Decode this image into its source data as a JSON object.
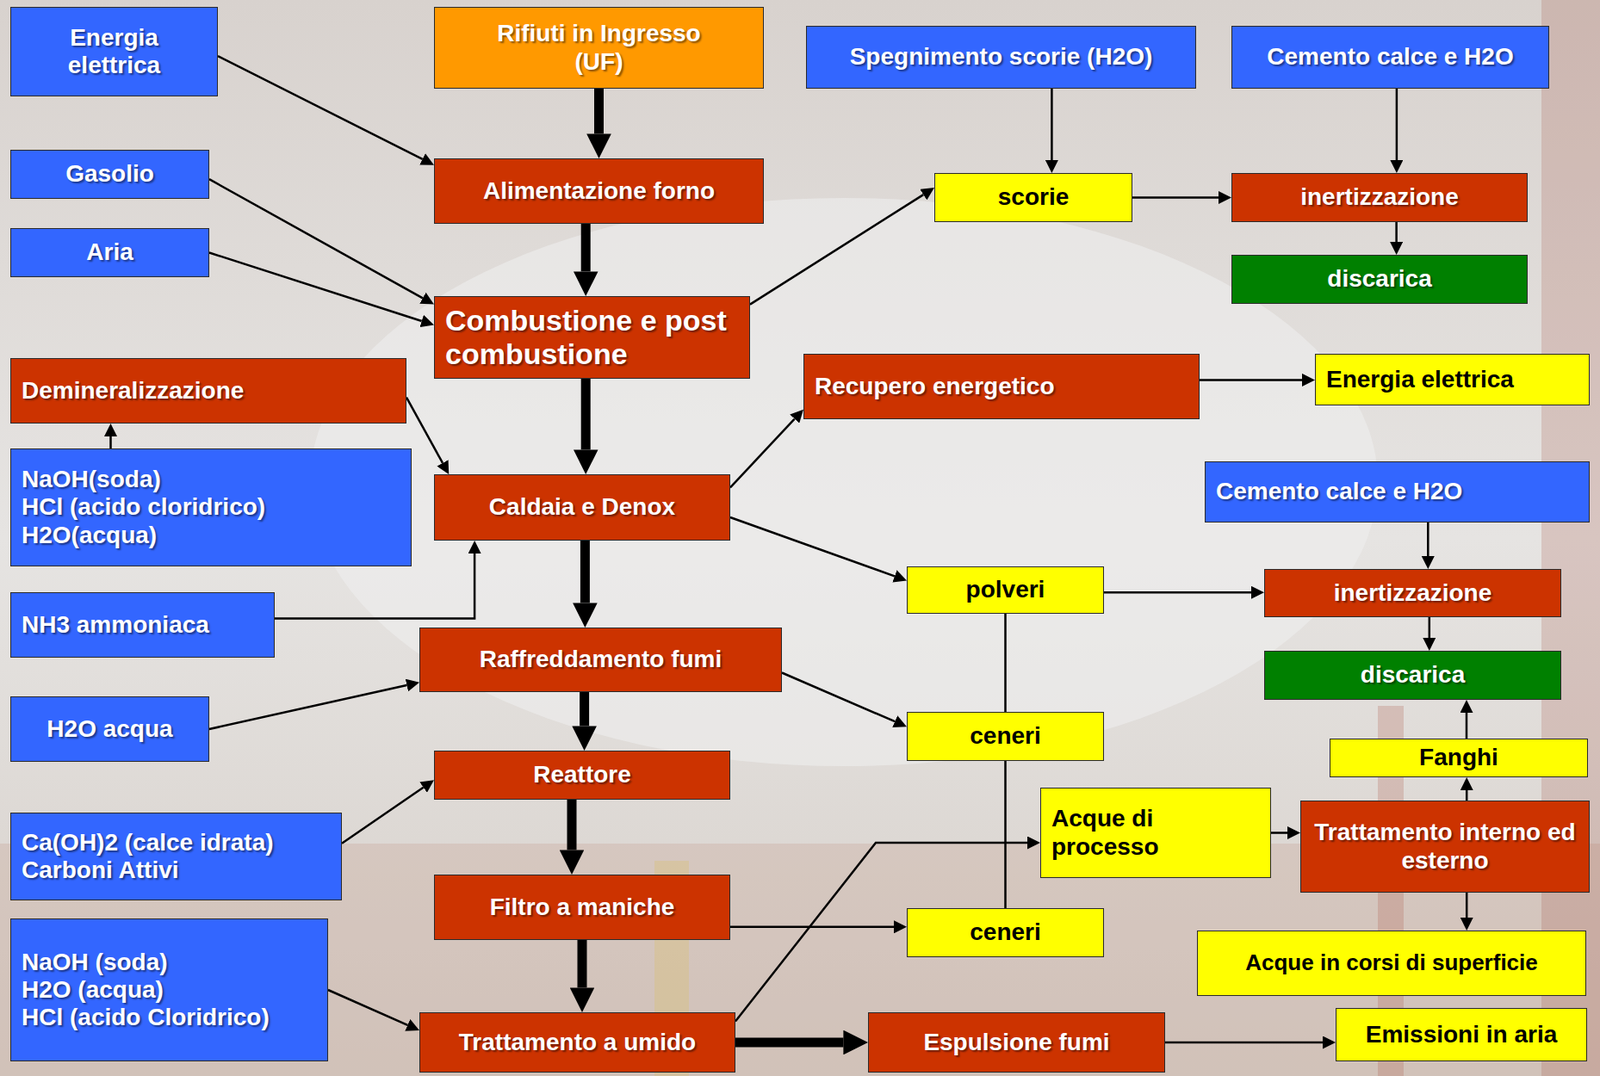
{
  "diagram": {
    "nodes": [
      {
        "text": [
          "Energia elettrica"
        ]
      },
      {
        "text": [
          "Rifiuti in Ingresso (UF)"
        ]
      },
      {
        "text": [
          "Spegnimento scorie (H2O)"
        ]
      },
      {
        "text": [
          "Cemento calce e H2O"
        ]
      },
      {
        "text": [
          "Alimentazione forno"
        ]
      },
      {
        "text": [
          "Gasolio"
        ]
      },
      {
        "text": [
          "scorie"
        ]
      },
      {
        "text": [
          "inertizzazione"
        ]
      },
      {
        "text": [
          "Aria"
        ]
      },
      {
        "text": [
          "discarica"
        ]
      },
      {
        "text": [
          "Combustione e post combustione"
        ]
      },
      {
        "text": [
          "Demineralizzazione"
        ]
      },
      {
        "text": [
          "Recupero energetico"
        ]
      },
      {
        "text": [
          "Energia elettrica"
        ]
      },
      {
        "text": [
          "NaOH(soda)",
          "HCl (acido cloridrico)",
          "H2O(acqua)"
        ]
      },
      {
        "text": [
          "Caldaia e Denox"
        ]
      },
      {
        "text": [
          "Cemento calce e H2O"
        ]
      },
      {
        "text": [
          "NH3 ammoniaca"
        ]
      },
      {
        "text": [
          "polveri"
        ]
      },
      {
        "text": [
          "inertizzazione"
        ]
      },
      {
        "text": [
          "Raffreddamento fumi"
        ]
      },
      {
        "text": [
          "discarica"
        ]
      },
      {
        "text": [
          "H2O acqua"
        ]
      },
      {
        "text": [
          "ceneri"
        ]
      },
      {
        "text": [
          "Fanghi"
        ]
      },
      {
        "text": [
          "Reattore"
        ]
      },
      {
        "text": [
          "Acque di processo"
        ]
      },
      {
        "text": [
          "Trattamento interno ed esterno"
        ]
      },
      {
        "text": [
          "Ca(OH)2 (calce idrata)",
          "Carboni Attivi"
        ]
      },
      {
        "text": [
          "Filtro a maniche"
        ]
      },
      {
        "text": [
          "ceneri"
        ]
      },
      {
        "text": [
          "Acque in corsi di superficie"
        ]
      },
      {
        "text": [
          "NaOH (soda)",
          "H2O (acqua)",
          "HCl (acido Cloridrico)"
        ]
      },
      {
        "text": [
          "Trattamento a umido"
        ]
      },
      {
        "text": [
          "Espulsione fumi"
        ]
      },
      {
        "text": [
          "Emissioni in aria"
        ]
      }
    ],
    "edges": [
      {
        "from": 0,
        "to": 4,
        "arrow": "to"
      },
      {
        "from": 1,
        "to": 4,
        "arrow": "to"
      },
      {
        "from": 4,
        "to": 10,
        "arrow": "to"
      },
      {
        "from": 5,
        "to": 10,
        "arrow": "to"
      },
      {
        "from": 8,
        "to": 10,
        "arrow": "to"
      },
      {
        "from": 10,
        "to": 6,
        "arrow": "to"
      },
      {
        "from": 2,
        "to": 6,
        "arrow": "to"
      },
      {
        "from": 6,
        "to": 7,
        "arrow": "to"
      },
      {
        "from": 3,
        "to": 7,
        "arrow": "to"
      },
      {
        "from": 7,
        "to": 9,
        "arrow": "to"
      },
      {
        "from": 10,
        "to": 15,
        "arrow": "to"
      },
      {
        "from": 14,
        "to": 11,
        "arrow": "to"
      },
      {
        "from": 11,
        "to": 15,
        "arrow": "to"
      },
      {
        "from": 17,
        "to": 15,
        "arrow": "to"
      },
      {
        "from": 15,
        "to": 12,
        "arrow": "to"
      },
      {
        "from": 12,
        "to": 13,
        "arrow": "to"
      },
      {
        "from": 15,
        "to": 18,
        "arrow": "to"
      },
      {
        "from": 15,
        "to": 20,
        "arrow": "to"
      },
      {
        "from": 16,
        "to": 19,
        "arrow": "to"
      },
      {
        "from": 18,
        "to": 19,
        "arrow": "to"
      },
      {
        "from": 19,
        "to": 21,
        "arrow": "to"
      },
      {
        "from": 18,
        "to": 23,
        "arrow": "none"
      },
      {
        "from": 20,
        "to": 23,
        "arrow": "to"
      },
      {
        "from": 22,
        "to": 20,
        "arrow": "to"
      },
      {
        "from": 20,
        "to": 25,
        "arrow": "to"
      },
      {
        "from": 28,
        "to": 25,
        "arrow": "to"
      },
      {
        "from": 25,
        "to": 29,
        "arrow": "to"
      },
      {
        "from": 29,
        "to": 30,
        "arrow": "to"
      },
      {
        "from": 23,
        "to": 30,
        "arrow": "none"
      },
      {
        "from": 29,
        "to": 33,
        "arrow": "to"
      },
      {
        "from": 32,
        "to": 33,
        "arrow": "to"
      },
      {
        "from": 33,
        "to": 26,
        "arrow": "to"
      },
      {
        "from": 26,
        "to": 27,
        "arrow": "to"
      },
      {
        "from": 27,
        "to": 24,
        "arrow": "to"
      },
      {
        "from": 24,
        "to": 21,
        "arrow": "to"
      },
      {
        "from": 27,
        "to": 31,
        "arrow": "to"
      },
      {
        "from": 33,
        "to": 34,
        "arrow": "to"
      },
      {
        "from": 34,
        "to": 35,
        "arrow": "to"
      }
    ]
  }
}
